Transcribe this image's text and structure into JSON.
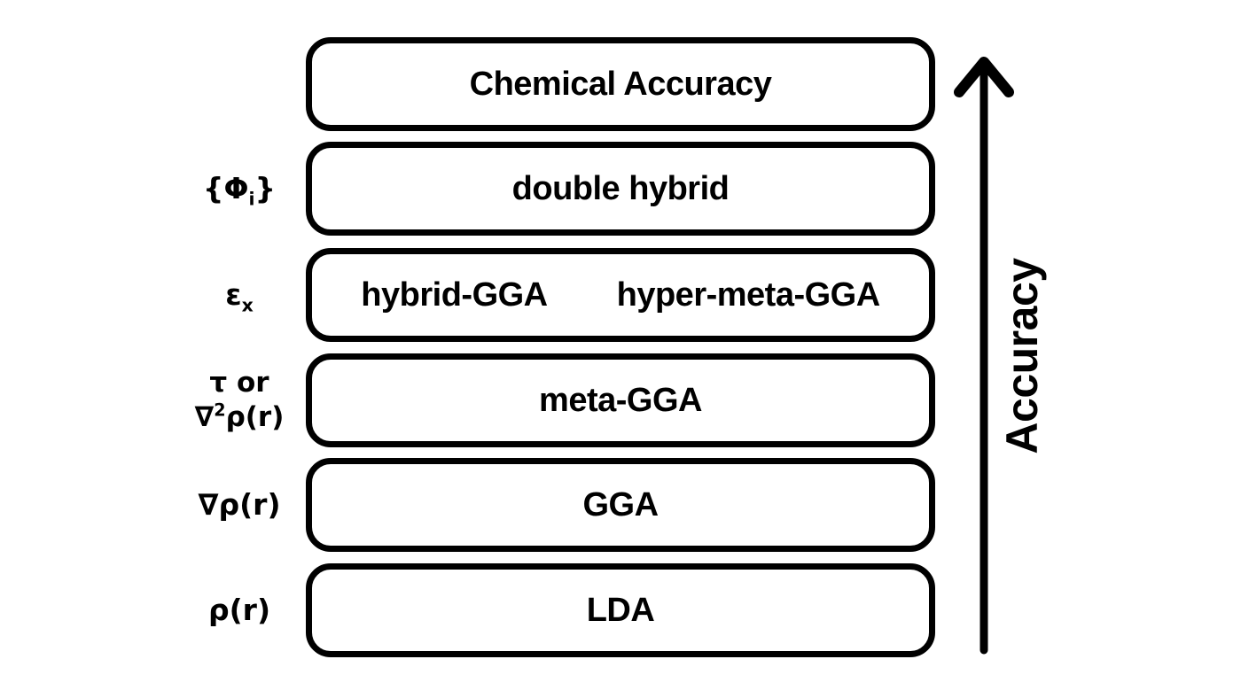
{
  "colors": {
    "ink": "#000000",
    "paper": "#ffffff"
  },
  "axis": {
    "label": "Accuracy",
    "direction": "up"
  },
  "rungs": [
    {
      "labels": [
        "Chemical Accuracy"
      ]
    },
    {
      "labels": [
        "double hybrid"
      ],
      "ingredient": {
        "pre": "{Φ",
        "sub": "i",
        "post": "}"
      }
    },
    {
      "labels": [
        "hybrid-GGA",
        "hyper-meta-GGA"
      ],
      "ingredient": {
        "pre": "ε",
        "sub": "x",
        "post": ""
      }
    },
    {
      "labels": [
        "meta-GGA"
      ],
      "ingredient": {
        "line1": "τ or",
        "pre": "∇",
        "sup": "2",
        "post": "ρ(r)"
      }
    },
    {
      "labels": [
        "GGA"
      ],
      "ingredient": {
        "pre": "∇ρ(r)",
        "sub": "",
        "post": ""
      }
    },
    {
      "labels": [
        "LDA"
      ],
      "ingredient": {
        "pre": "ρ(r)",
        "sub": "",
        "post": ""
      }
    }
  ]
}
